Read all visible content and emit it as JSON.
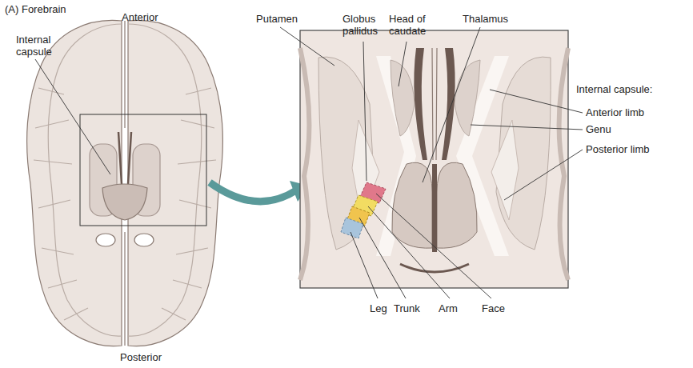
{
  "diagram": {
    "title": "(A) Forebrain",
    "labels": [
      "Internal capsule",
      "Anterior",
      "Posterior",
      "Putamen",
      "Globus pallidus",
      "Head of caudate",
      "Thalamus",
      "Internal capsule:",
      "Anterior limb",
      "Genu",
      "Posterior limb",
      "Leg",
      "Trunk",
      "Arm",
      "Face"
    ]
  }
}
